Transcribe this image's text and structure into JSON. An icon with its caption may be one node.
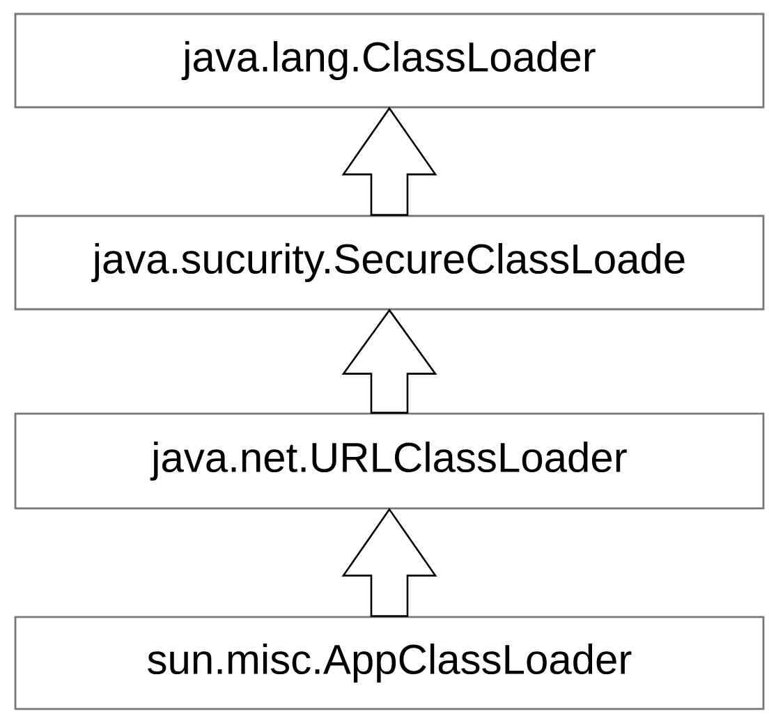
{
  "diagram": {
    "nodes": [
      {
        "text": [
          "java.lang.ClassLoader"
        ]
      },
      {
        "text": [
          "java.sucurity.SecureClassLoade"
        ]
      },
      {
        "text": [
          "java.net.URLClassLoader"
        ]
      },
      {
        "text": [
          "sun.misc.AppClassLoader"
        ]
      }
    ],
    "edges": [
      {
        "from": 1,
        "to": 0,
        "arrow": "to"
      },
      {
        "from": 2,
        "to": 1,
        "arrow": "to"
      },
      {
        "from": 3,
        "to": 2,
        "arrow": "to"
      }
    ]
  }
}
